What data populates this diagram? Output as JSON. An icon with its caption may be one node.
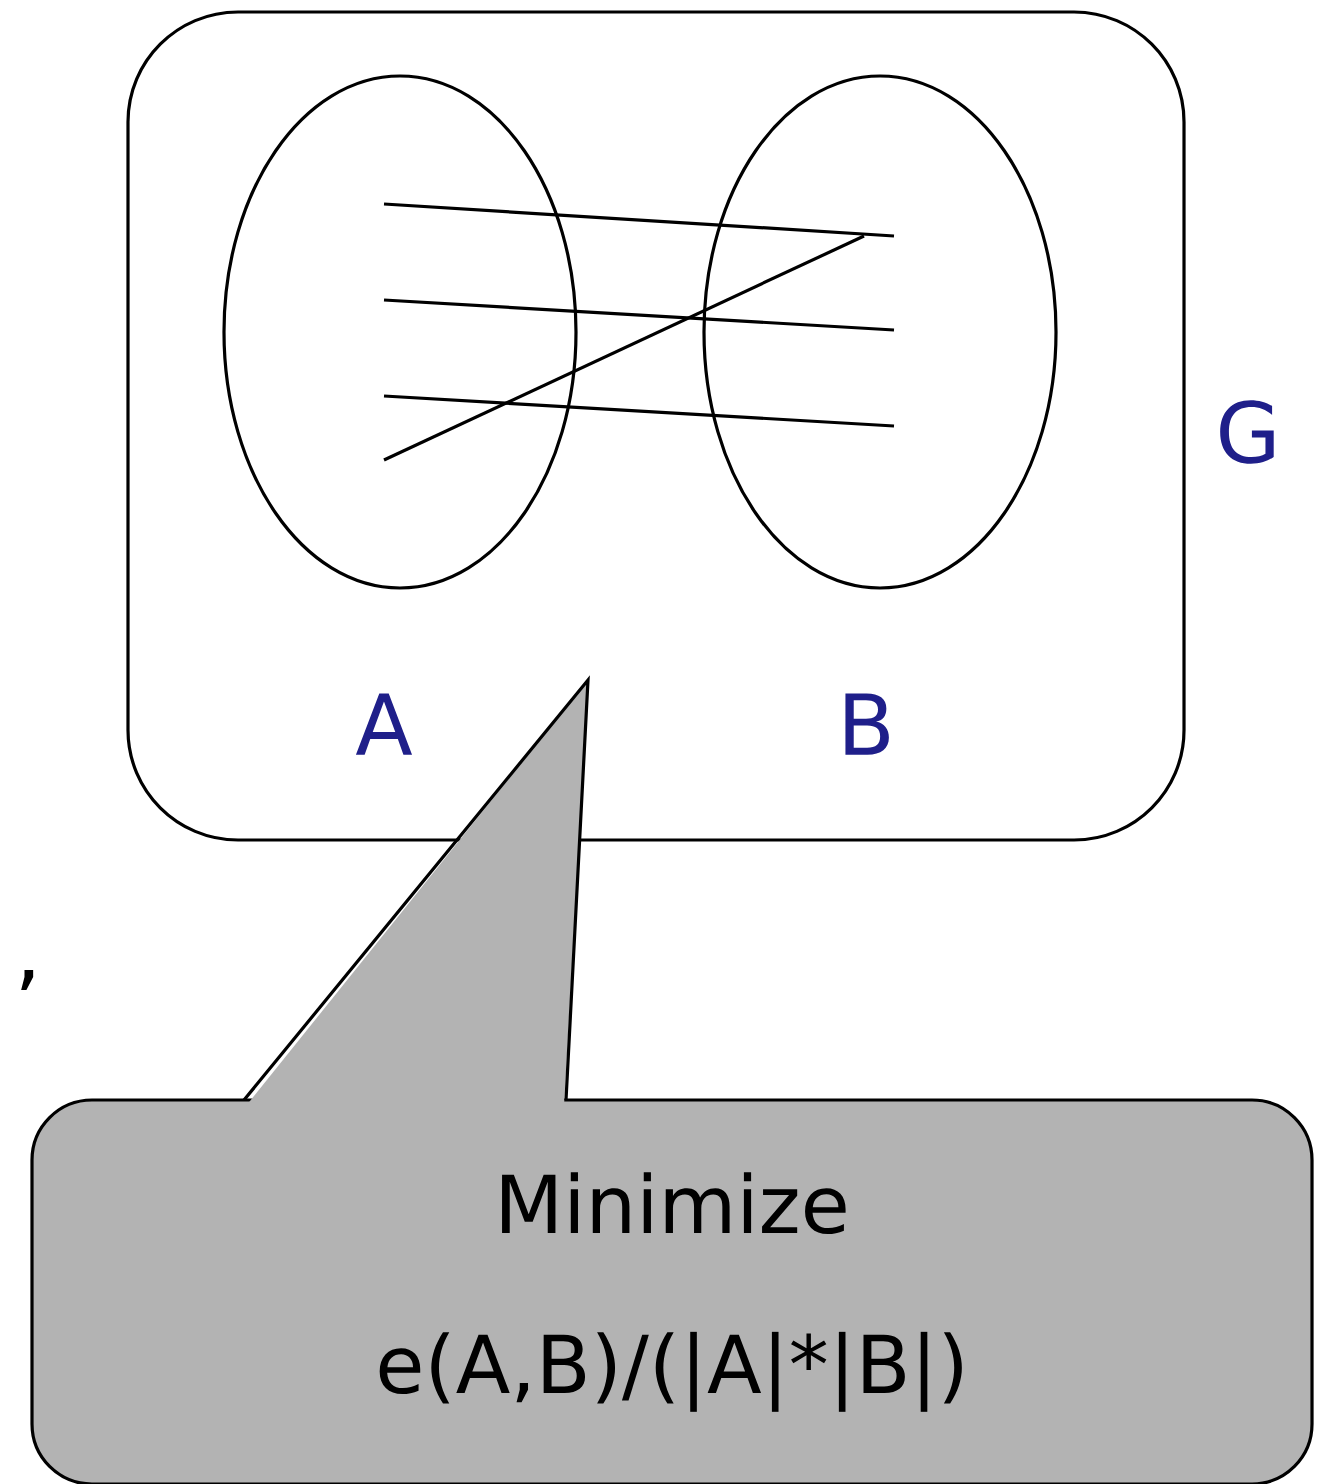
{
  "diagram": {
    "nodes": [
      {
        "text": [
          "G"
        ]
      },
      {
        "text": [],
        "shape": "circle",
        "in": 0
      },
      {
        "text": [],
        "shape": "circle",
        "in": 0
      },
      {
        "text": [
          "Minimize e(A,B)/(|A|*|B|)"
        ]
      }
    ],
    "edges": [
      {
        "from": 1,
        "to": 2,
        "arrow": "none"
      },
      {
        "from": 1,
        "to": 2,
        "arrow": "none"
      },
      {
        "from": 1,
        "to": 2,
        "arrow": "none"
      },
      {
        "from": 1,
        "to": 2,
        "arrow": "none"
      }
    ],
    "labels": [
      "A",
      "B",
      ","
    ]
  }
}
